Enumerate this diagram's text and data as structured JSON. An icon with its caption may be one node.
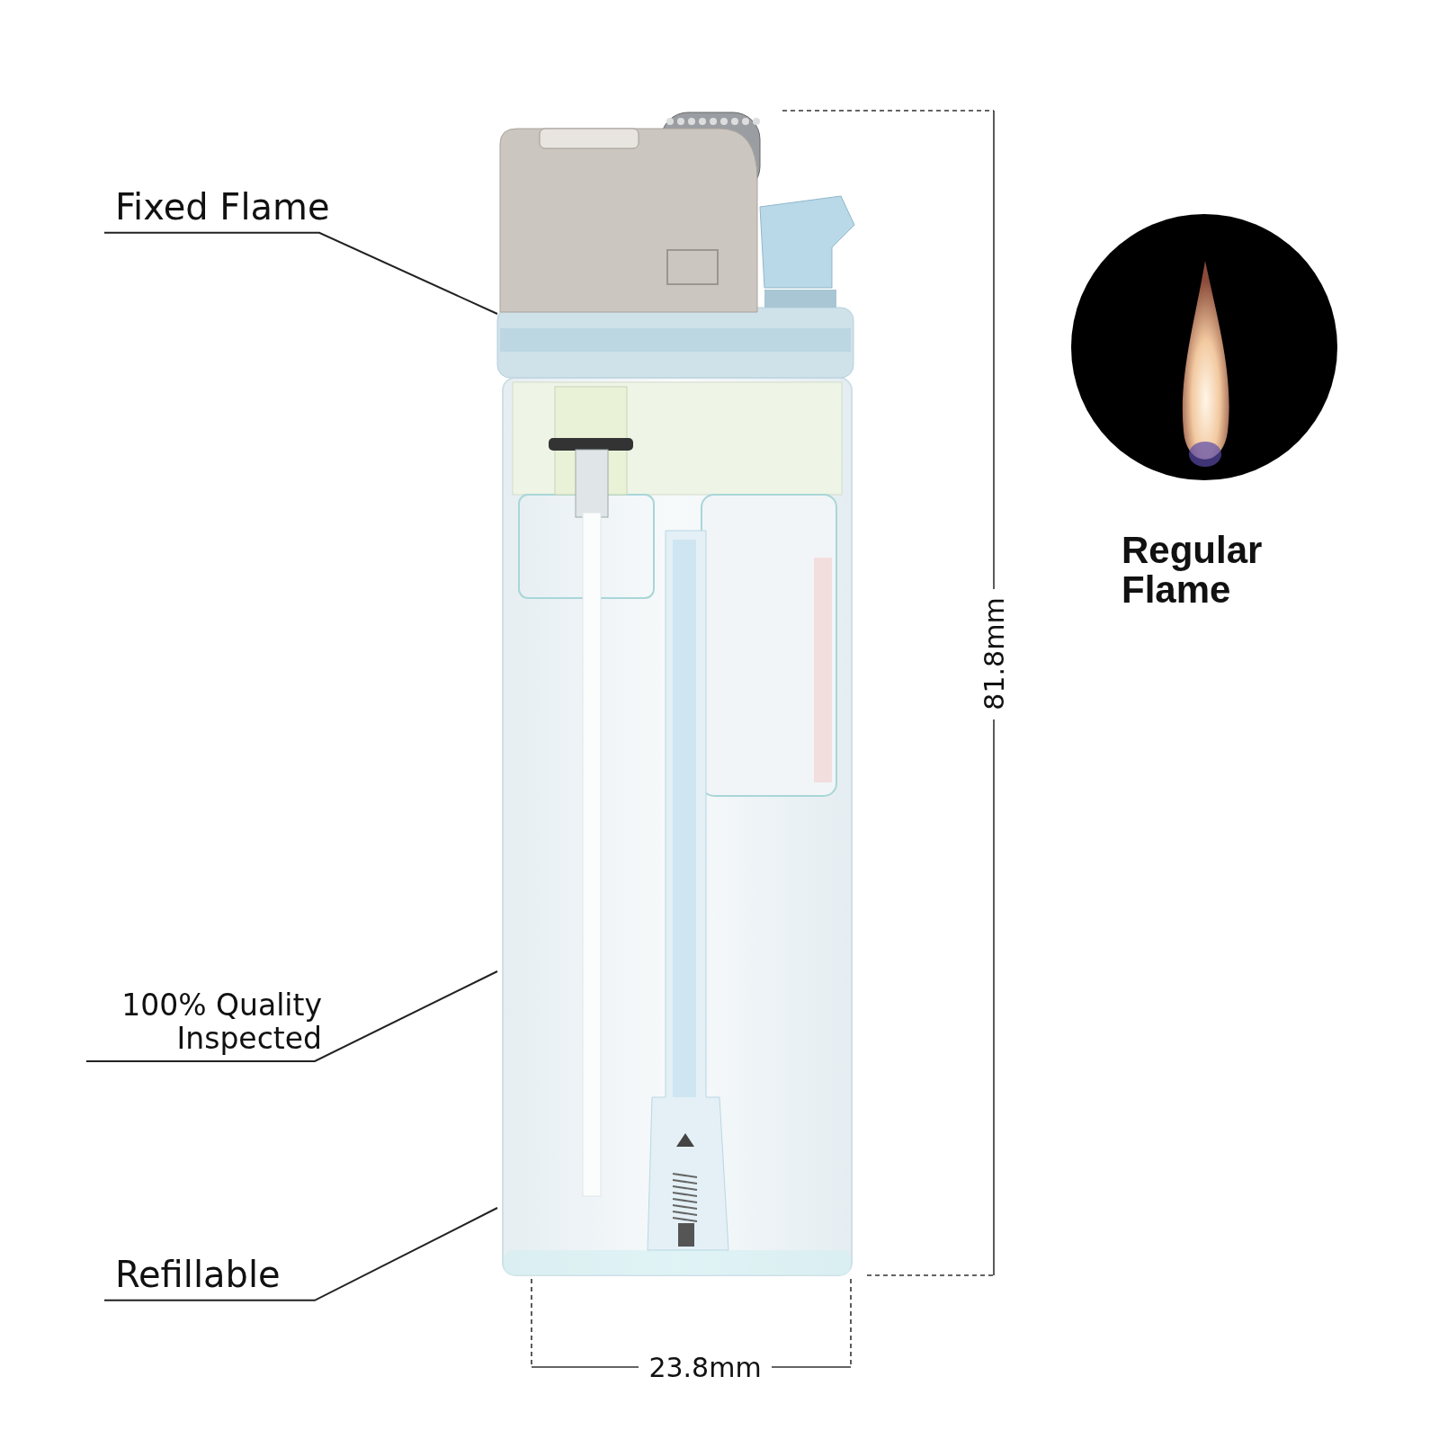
{
  "diagram": {
    "nodes": [
      {
        "text": [
          "Fixed Flame"
        ]
      },
      {
        "text": [],
        "shape": "picture"
      },
      {
        "text": [
          "100% Quality Inspected"
        ]
      },
      {
        "text": [
          "Refillable"
        ]
      }
    ],
    "edges": [
      {
        "from": 0,
        "to": 1,
        "arrow": "none"
      },
      {
        "from": 2,
        "to": 1,
        "arrow": "none"
      },
      {
        "from": 3,
        "to": 1,
        "arrow": "none"
      }
    ],
    "labels": [
      "81.8mm",
      "23.8mm",
      "Regular Flame"
    ]
  }
}
